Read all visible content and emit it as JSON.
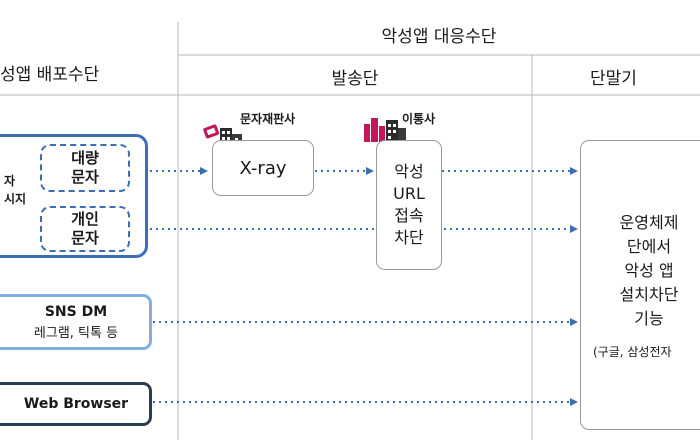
{
  "header": {
    "left_title": "성앱 배포수단",
    "right_title": "악성앱 대응수단",
    "col_send": "발송단",
    "col_device": "단말기"
  },
  "sources": {
    "message_partial_line1": "자",
    "message_partial_line2": "시지",
    "bulk_sms": "대량\n문자",
    "personal_sms": "개인\n문자",
    "sns_title": "SNS DM",
    "sns_sub": "레그램, 틱톡 등",
    "web_browser": "Web Browser"
  },
  "actors": {
    "reseller": "문자재판사",
    "carrier": "이통사"
  },
  "measures": {
    "xray": "X-ray",
    "url_block": "악성\nURL\n접속\n차단",
    "device_block": "운영체제\n단에서\n악성 앱\n설치차단\n기능",
    "device_note": "(구글, 삼성전자"
  },
  "colors": {
    "blue_border": "#3d6db5",
    "light_blue_border": "#7fb0e0",
    "dark_border": "#2b3d52",
    "arrow": "#3b6fb0",
    "gray_line": "#b8b8b8",
    "box_border": "#9a9a9a",
    "building_pink": "#c2185b"
  }
}
